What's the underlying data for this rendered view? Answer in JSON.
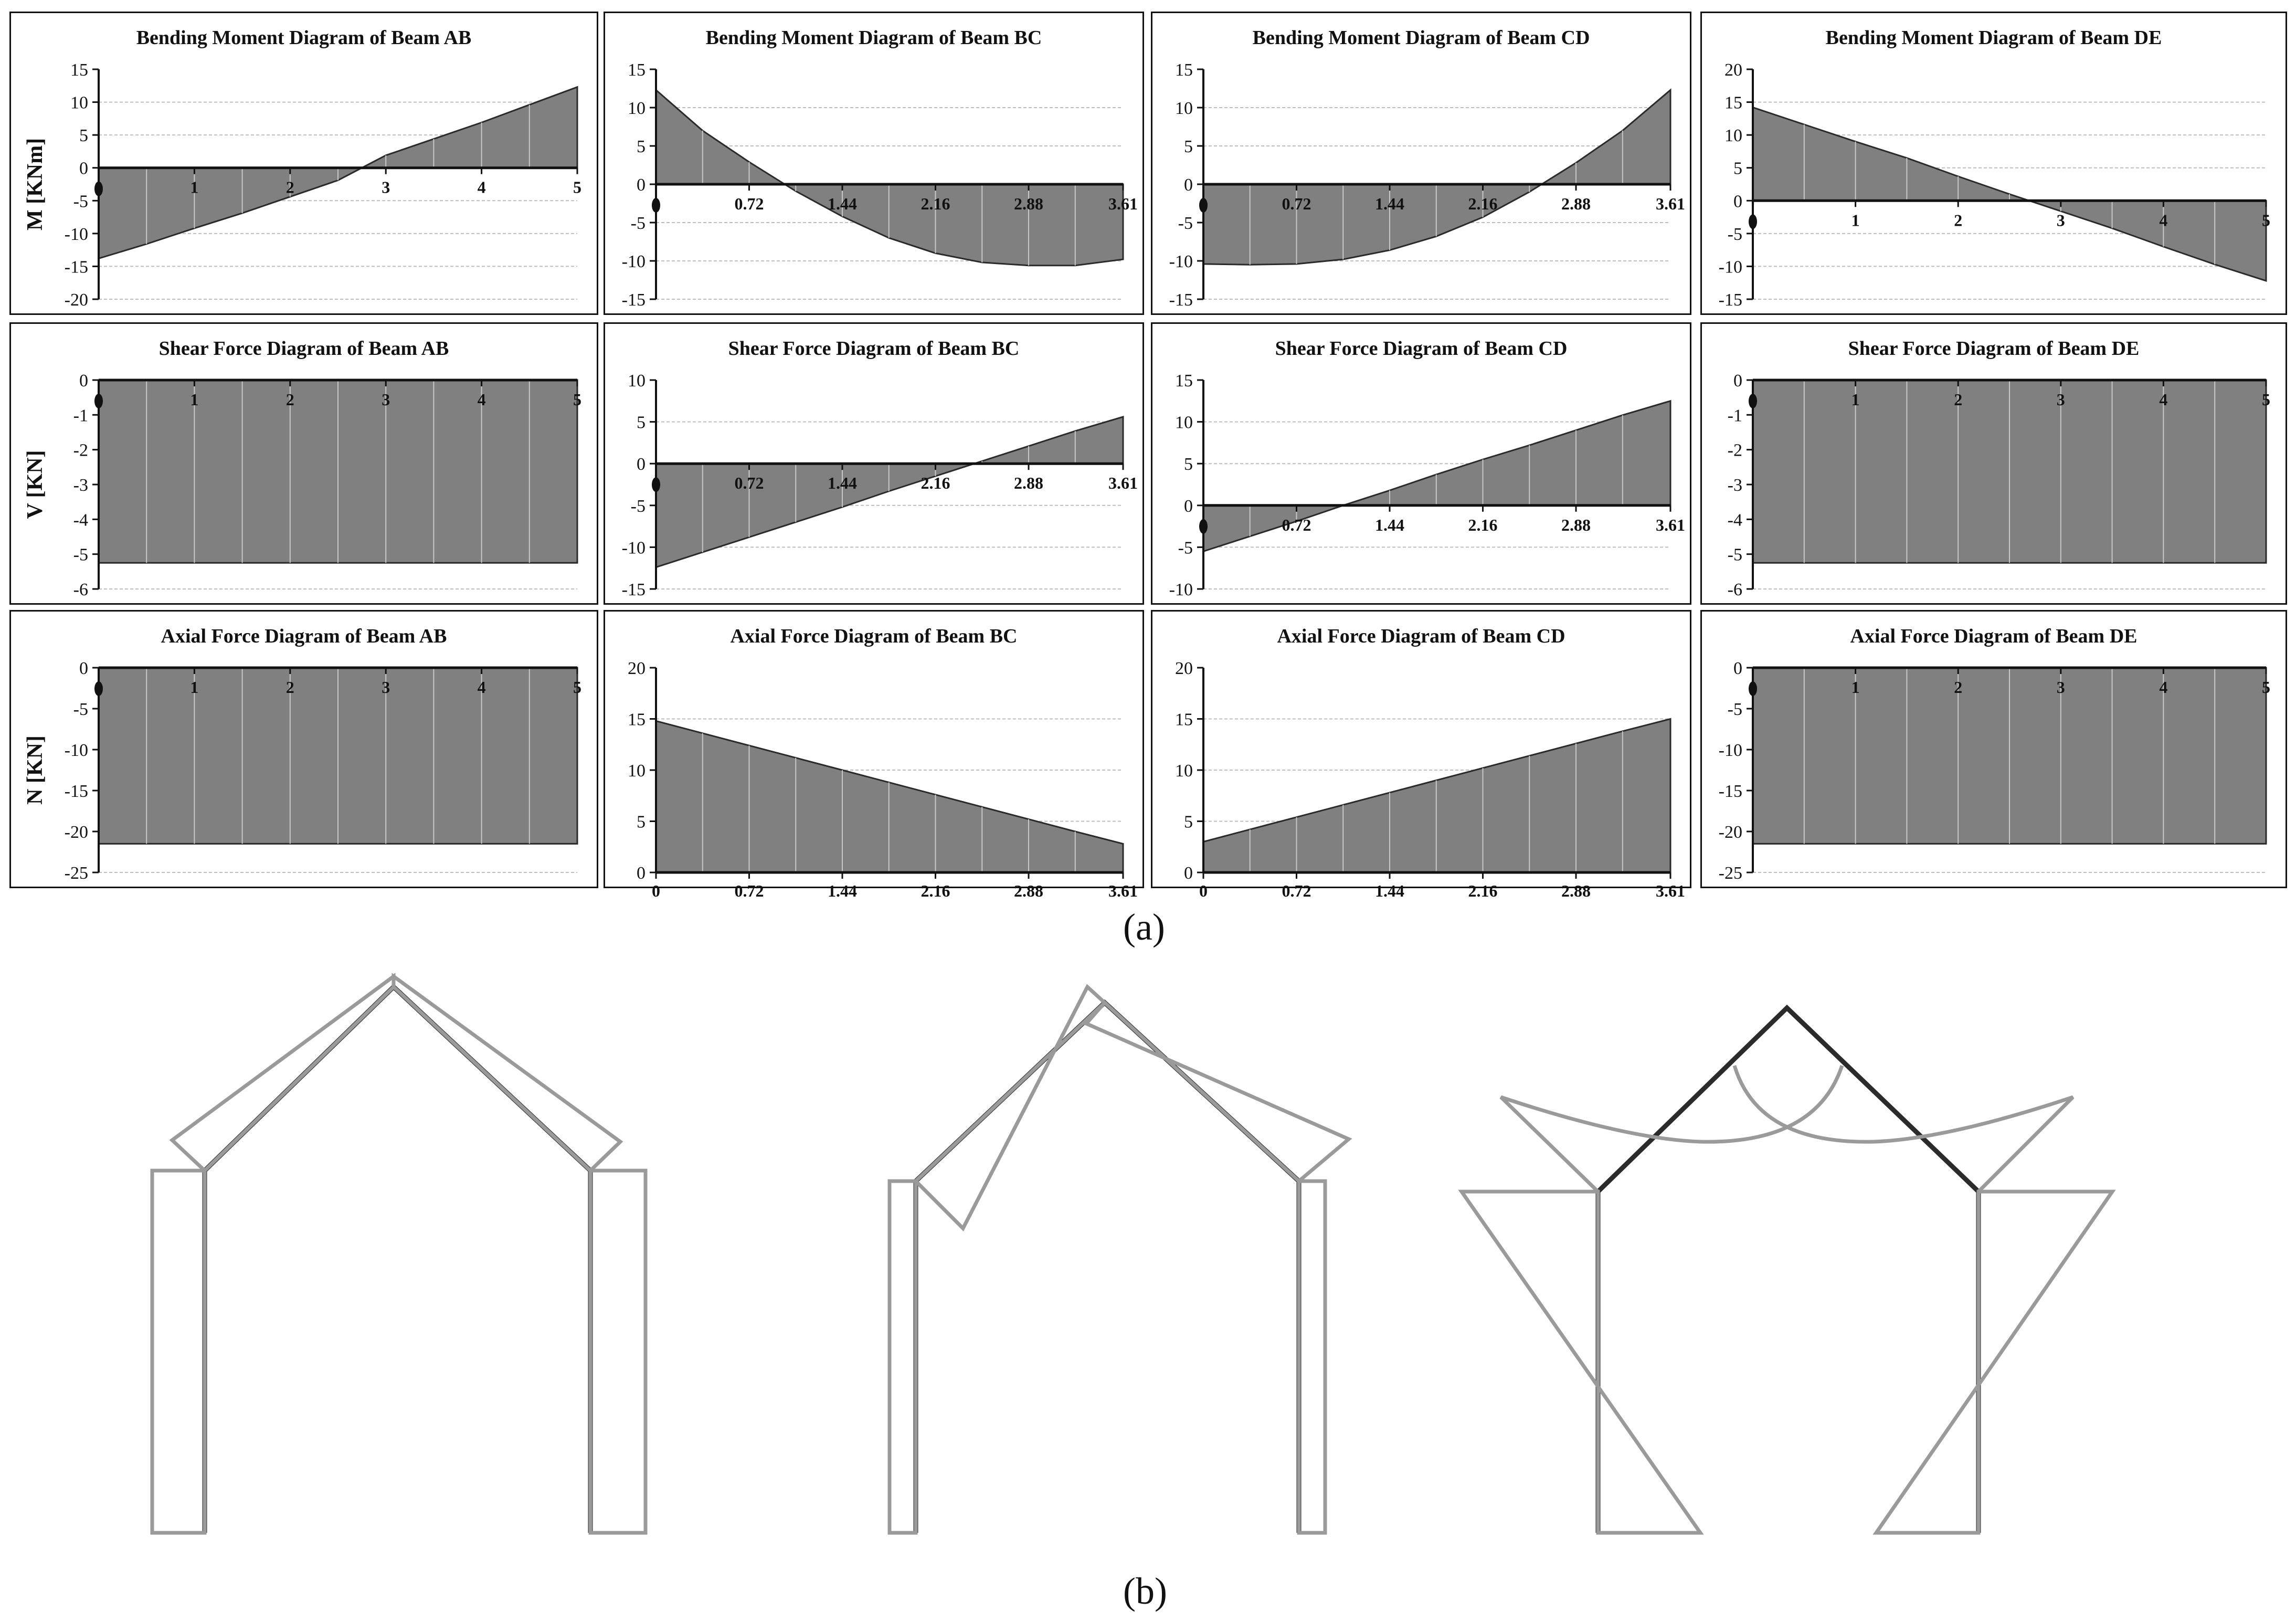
{
  "captions": {
    "a": "(a)",
    "b": "(b)"
  },
  "chart_data": [
    {
      "type": "area",
      "title": "Bending Moment Diagram of Beam AB",
      "ylabel": "M [KNm]",
      "ylim": [
        -20,
        15
      ],
      "yticks": [
        15,
        10,
        5,
        0,
        -5,
        -10,
        -15,
        -20
      ],
      "xlim": [
        0,
        5
      ],
      "xticks": [
        0,
        1,
        2,
        3,
        4,
        5
      ],
      "xticklabels": [
        "",
        "1",
        "2",
        "3",
        "4",
        "5"
      ],
      "x": [
        0,
        0.5,
        1,
        1.5,
        2,
        2.5,
        3,
        3.5,
        4,
        4.5,
        5
      ],
      "values": [
        -13.8,
        -11.6,
        -9.2,
        -6.9,
        -4.4,
        -1.9,
        1.9,
        4.4,
        6.9,
        9.6,
        12.3
      ]
    },
    {
      "type": "area",
      "title": "Bending Moment Diagram of Beam BC",
      "ylabel": "",
      "ylim": [
        -15,
        15
      ],
      "yticks": [
        15,
        10,
        5,
        0,
        -5,
        -10,
        -15
      ],
      "xlim": [
        0,
        3.61
      ],
      "xticks": [
        0,
        0.72,
        1.44,
        2.16,
        2.88,
        3.61
      ],
      "xticklabels": [
        "",
        "0.72",
        "1.44",
        "2.16",
        "2.88",
        "3.61"
      ],
      "x": [
        0,
        0.36,
        0.72,
        1.08,
        1.44,
        1.8,
        2.16,
        2.52,
        2.88,
        3.24,
        3.61
      ],
      "values": [
        12.3,
        7.0,
        2.9,
        -0.9,
        -4.2,
        -7.0,
        -9.0,
        -10.2,
        -10.6,
        -10.6,
        -9.8
      ]
    },
    {
      "type": "area",
      "title": "Bending Moment Diagram of Beam CD",
      "ylabel": "",
      "ylim": [
        -15,
        15
      ],
      "yticks": [
        15,
        10,
        5,
        0,
        -5,
        -10,
        -15
      ],
      "xlim": [
        0,
        3.61
      ],
      "xticks": [
        0,
        0.72,
        1.44,
        2.16,
        2.88,
        3.61
      ],
      "xticklabels": [
        "",
        "0.72",
        "1.44",
        "2.16",
        "2.88",
        "3.61"
      ],
      "x": [
        0,
        0.36,
        0.72,
        1.08,
        1.44,
        1.8,
        2.16,
        2.52,
        2.88,
        3.24,
        3.61
      ],
      "values": [
        -10.4,
        -10.5,
        -10.4,
        -9.8,
        -8.6,
        -6.8,
        -4.3,
        -1.0,
        2.8,
        7.0,
        12.3
      ]
    },
    {
      "type": "area",
      "title": "Bending Moment Diagram of Beam DE",
      "ylabel": "",
      "ylim": [
        -15,
        20
      ],
      "yticks": [
        20,
        15,
        10,
        5,
        0,
        -5,
        -10,
        -15
      ],
      "xlim": [
        0,
        5
      ],
      "xticks": [
        0,
        1,
        2,
        3,
        4,
        5
      ],
      "xticklabels": [
        "",
        "1",
        "2",
        "3",
        "4",
        "5"
      ],
      "x": [
        0,
        0.5,
        1,
        1.5,
        2,
        2.5,
        3,
        3.5,
        4,
        4.5,
        5
      ],
      "values": [
        14.2,
        11.6,
        9.0,
        6.5,
        3.7,
        1.0,
        -1.6,
        -4.2,
        -7.0,
        -9.7,
        -12.2
      ]
    },
    {
      "type": "area",
      "title": "Shear Force Diagram of Beam AB",
      "ylabel": "V [KN]",
      "ylim": [
        -6,
        0
      ],
      "yticks": [
        0,
        -1,
        -2,
        -3,
        -4,
        -5,
        -6
      ],
      "xlim": [
        0,
        5
      ],
      "xticks": [
        0,
        1,
        2,
        3,
        4,
        5
      ],
      "xticklabels": [
        "",
        "1",
        "2",
        "3",
        "4",
        "5"
      ],
      "x": [
        0,
        0.5,
        1,
        1.5,
        2,
        2.5,
        3,
        3.5,
        4,
        4.5,
        5
      ],
      "values": [
        -5.25,
        -5.25,
        -5.25,
        -5.25,
        -5.25,
        -5.25,
        -5.25,
        -5.25,
        -5.25,
        -5.25,
        -5.25
      ]
    },
    {
      "type": "area",
      "title": "Shear Force Diagram of Beam BC",
      "ylabel": "",
      "ylim": [
        -15,
        10
      ],
      "yticks": [
        10,
        5,
        0,
        -5,
        -10,
        -15
      ],
      "xlim": [
        0,
        3.61
      ],
      "xticks": [
        0,
        0.72,
        1.44,
        2.16,
        2.88,
        3.61
      ],
      "xticklabels": [
        "",
        "0.72",
        "1.44",
        "2.16",
        "2.88",
        "3.61"
      ],
      "x": [
        0,
        0.36,
        0.72,
        1.08,
        1.44,
        1.8,
        2.16,
        2.52,
        2.88,
        3.24,
        3.61
      ],
      "values": [
        -12.4,
        -10.6,
        -8.8,
        -7.0,
        -5.2,
        -3.3,
        -1.5,
        0.3,
        2.1,
        3.9,
        5.6
      ]
    },
    {
      "type": "area",
      "title": "Shear Force Diagram of Beam CD",
      "ylabel": "",
      "ylim": [
        -10,
        15
      ],
      "yticks": [
        15,
        10,
        5,
        0,
        -5,
        -10
      ],
      "xlim": [
        0,
        3.61
      ],
      "xticks": [
        0,
        0.72,
        1.44,
        2.16,
        2.88,
        3.61
      ],
      "xticklabels": [
        "",
        "0.72",
        "1.44",
        "2.16",
        "2.88",
        "3.61"
      ],
      "x": [
        0,
        0.36,
        0.72,
        1.08,
        1.44,
        1.8,
        2.16,
        2.52,
        2.88,
        3.24,
        3.61
      ],
      "values": [
        -5.5,
        -3.7,
        -1.9,
        0,
        1.8,
        3.7,
        5.5,
        7.2,
        9.0,
        10.8,
        12.5
      ]
    },
    {
      "type": "area",
      "title": "Shear Force Diagram of Beam DE",
      "ylabel": "",
      "ylim": [
        -6,
        0
      ],
      "yticks": [
        0,
        -1,
        -2,
        -3,
        -4,
        -5,
        -6
      ],
      "xlim": [
        0,
        5
      ],
      "xticks": [
        0,
        1,
        2,
        3,
        4,
        5
      ],
      "xticklabels": [
        "",
        "1",
        "2",
        "3",
        "4",
        "5"
      ],
      "x": [
        0,
        0.5,
        1,
        1.5,
        2,
        2.5,
        3,
        3.5,
        4,
        4.5,
        5
      ],
      "values": [
        -5.25,
        -5.25,
        -5.25,
        -5.25,
        -5.25,
        -5.25,
        -5.25,
        -5.25,
        -5.25,
        -5.25,
        -5.25
      ]
    },
    {
      "type": "area",
      "title": "Axial Force Diagram of Beam AB",
      "ylabel": "N [KN]",
      "ylim": [
        -25,
        0
      ],
      "yticks": [
        0,
        -5,
        -10,
        -15,
        -20,
        -25
      ],
      "xlim": [
        0,
        5
      ],
      "xticks": [
        0,
        1,
        2,
        3,
        4,
        5
      ],
      "xticklabels": [
        "",
        "1",
        "2",
        "3",
        "4",
        "5"
      ],
      "x": [
        0,
        0.5,
        1,
        1.5,
        2,
        2.5,
        3,
        3.5,
        4,
        4.5,
        5
      ],
      "values": [
        -21.5,
        -21.5,
        -21.5,
        -21.5,
        -21.5,
        -21.5,
        -21.5,
        -21.5,
        -21.5,
        -21.5,
        -21.5
      ]
    },
    {
      "type": "area",
      "title": "Axial Force Diagram of Beam BC",
      "ylabel": "",
      "ylim": [
        0,
        20
      ],
      "yticks": [
        20,
        15,
        10,
        5,
        0
      ],
      "xlim": [
        0,
        3.61
      ],
      "xticks": [
        0,
        0.72,
        1.44,
        2.16,
        2.88,
        3.61
      ],
      "xticklabels": [
        "0",
        "0.72",
        "1.44",
        "2.16",
        "2.88",
        "3.61"
      ],
      "x": [
        0,
        0.36,
        0.72,
        1.08,
        1.44,
        1.8,
        2.16,
        2.52,
        2.88,
        3.24,
        3.61
      ],
      "values": [
        14.8,
        13.6,
        12.4,
        11.2,
        10.0,
        8.8,
        7.6,
        6.4,
        5.2,
        4.0,
        2.8
      ]
    },
    {
      "type": "area",
      "title": "Axial Force Diagram of Beam CD",
      "ylabel": "",
      "ylim": [
        0,
        20
      ],
      "yticks": [
        20,
        15,
        10,
        5,
        0
      ],
      "xlim": [
        0,
        3.61
      ],
      "xticks": [
        0,
        0.72,
        1.44,
        2.16,
        2.88,
        3.61
      ],
      "xticklabels": [
        "0",
        "0.72",
        "1.44",
        "2.16",
        "2.88",
        "3.61"
      ],
      "x": [
        0,
        0.36,
        0.72,
        1.08,
        1.44,
        1.8,
        2.16,
        2.52,
        2.88,
        3.24,
        3.61
      ],
      "values": [
        3.0,
        4.2,
        5.4,
        6.6,
        7.8,
        9.0,
        10.2,
        11.4,
        12.6,
        13.8,
        15.0
      ]
    },
    {
      "type": "area",
      "title": "Axial Force Diagram of Beam DE",
      "ylabel": "",
      "ylim": [
        -25,
        0
      ],
      "yticks": [
        0,
        -5,
        -10,
        -15,
        -20,
        -25
      ],
      "xlim": [
        0,
        5
      ],
      "xticks": [
        0,
        1,
        2,
        3,
        4,
        5
      ],
      "xticklabels": [
        "",
        "1",
        "2",
        "3",
        "4",
        "5"
      ],
      "x": [
        0,
        0.5,
        1,
        1.5,
        2,
        2.5,
        3,
        3.5,
        4,
        4.5,
        5
      ],
      "values": [
        -21.5,
        -21.5,
        -21.5,
        -21.5,
        -21.5,
        -21.5,
        -21.5,
        -21.5,
        -21.5,
        -21.5,
        -21.5
      ]
    }
  ],
  "colors": {
    "fill": "#808080",
    "fill_divider": "#c8c8c8",
    "axis": "#111111",
    "grid": "#bdbdbd",
    "frame_member": "#2b2b2b",
    "diagram_outline": "#9a9a9a"
  }
}
